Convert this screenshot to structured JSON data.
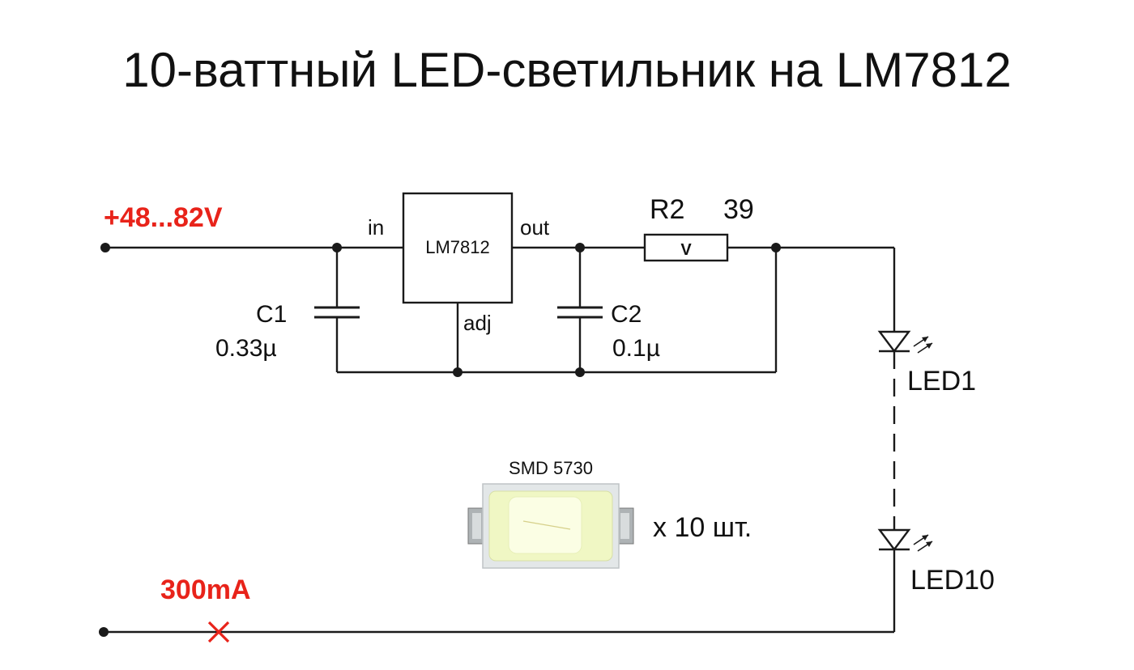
{
  "title": "10-ваттный LED-светильник на LM7812",
  "input_voltage": "+48...82V",
  "current": "300mA",
  "regulator": {
    "name": "LM7812",
    "pin_in": "in",
    "pin_out": "out",
    "pin_adj": "adj"
  },
  "c1": {
    "ref": "C1",
    "value": "0.33µ"
  },
  "c2": {
    "ref": "C2",
    "value": "0.1µ"
  },
  "r2": {
    "ref": "R2",
    "value": "39",
    "mark": "V"
  },
  "led_first": "LED1",
  "led_last": "LED10",
  "smd": {
    "type": "SMD 5730",
    "quantity": "x 10 шт."
  },
  "colors": {
    "accent_red": "#e8231a",
    "wire": "#1a1a1a"
  }
}
